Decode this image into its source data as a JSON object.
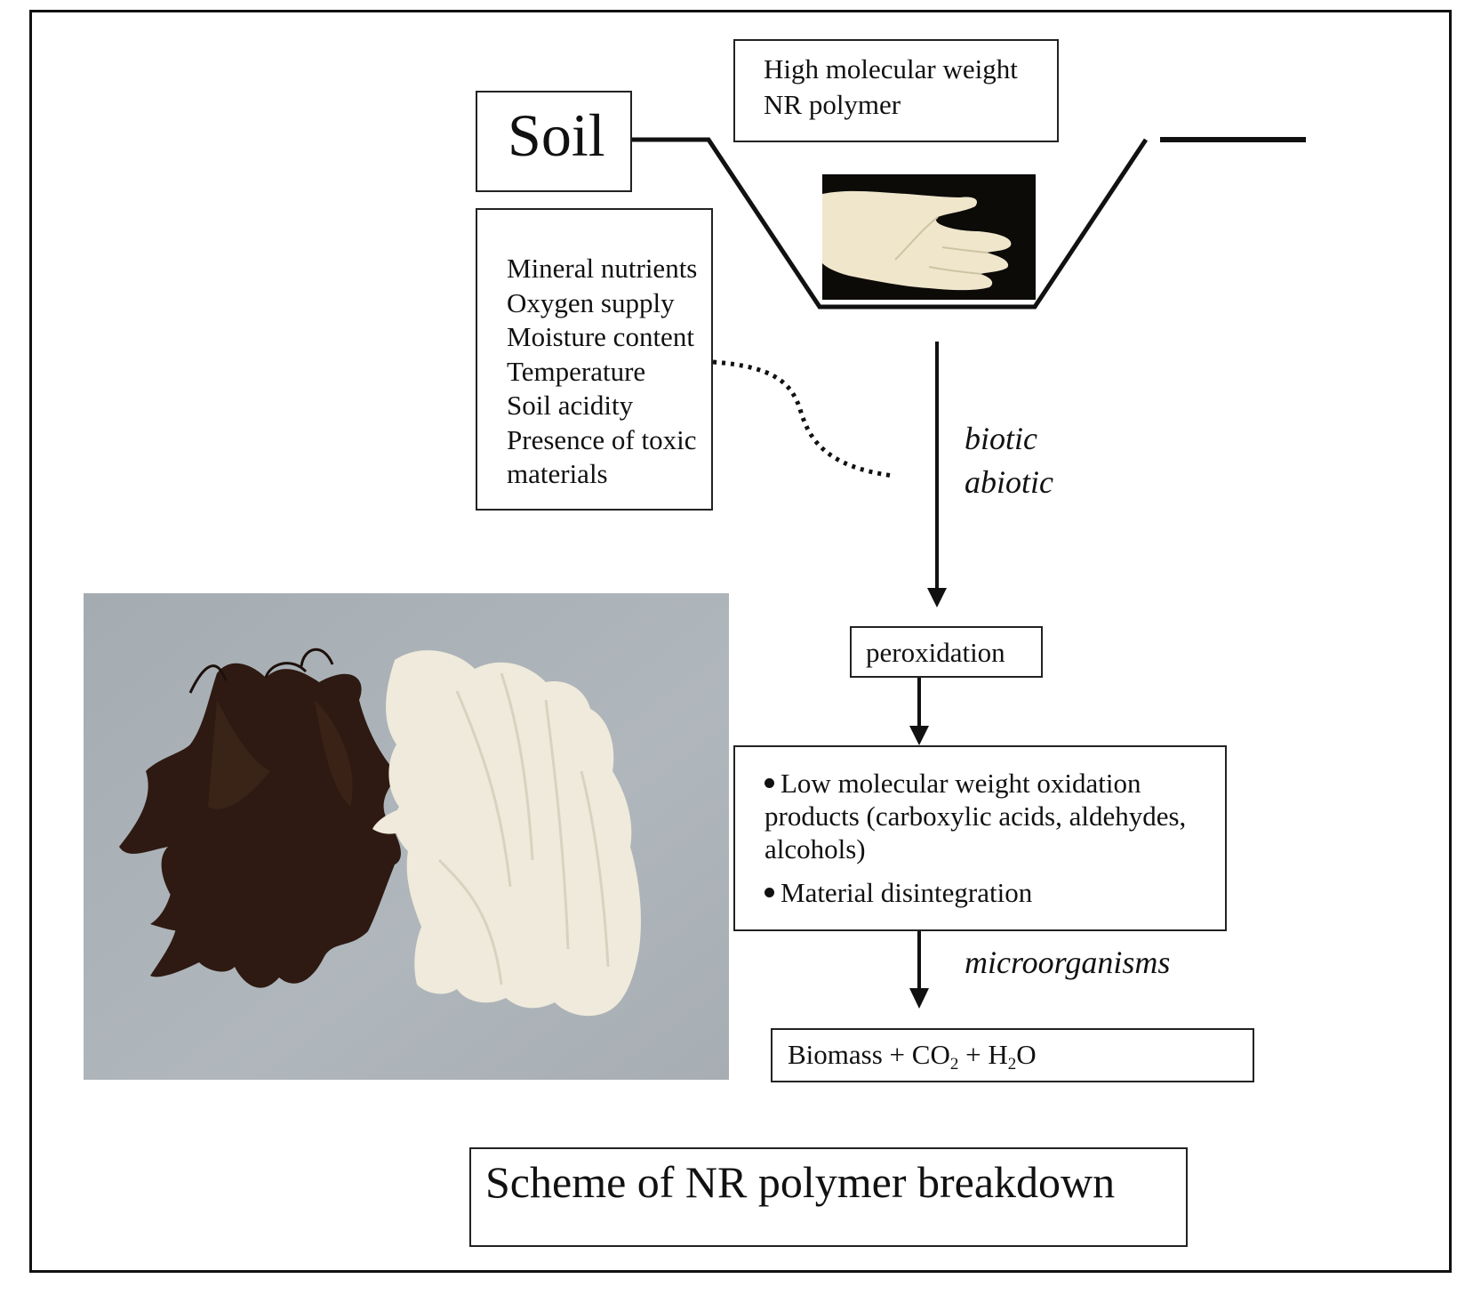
{
  "diagram": {
    "soil_label": "Soil",
    "polymer_label": [
      "High molecular weight",
      "NR polymer"
    ],
    "factors": [
      "Mineral nutrients",
      "Oxygen supply",
      "Moisture content",
      "Temperature",
      "Soil acidity",
      "Presence of toxic",
      "materials"
    ],
    "biotic_label": "biotic",
    "abiotic_label": "abiotic",
    "peroxidation_label": "peroxidation",
    "products": [
      "Low molecular weight oxidation products (carboxylic acids, aldehydes, alcohols)",
      "Material disintegration"
    ],
    "microorganisms_label": "microorganisms",
    "end_products": {
      "biomass": "Biomass",
      "plus1": " + ",
      "co2_base": "CO",
      "co2_sub": "2",
      "plus2": " + ",
      "h2o_h": "H",
      "h2o_sub": "2",
      "h2o_o": "O"
    },
    "caption": "Scheme of NR polymer breakdown"
  },
  "colors": {
    "line": "#111111",
    "photo_background": "#a9b0b6",
    "degraded_glove": "#2e1a12",
    "new_glove": "#efeadb"
  }
}
